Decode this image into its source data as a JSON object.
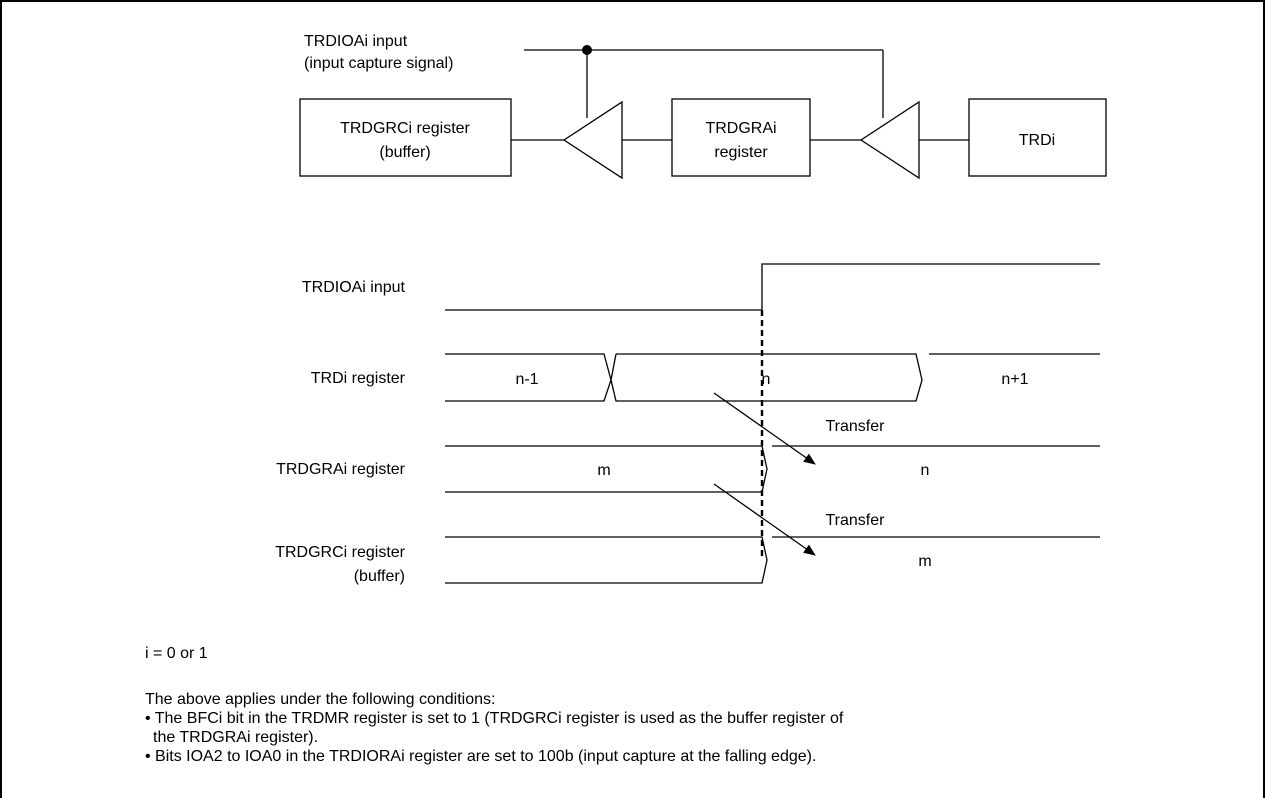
{
  "block_diagram": {
    "input_label_line1": "TRDIOAi input",
    "input_label_line2": "(input capture signal)",
    "trdgrc_box_line1": "TRDGRCi register",
    "trdgrc_box_line2": "(buffer)",
    "trdgra_box_line1": "TRDGRAi",
    "trdgra_box_line2": "register",
    "trd_box": "TRDi"
  },
  "timing": {
    "signals": {
      "input": "TRDIOAi input",
      "trd": "TRDi register",
      "trdgra": "TRDGRAi register",
      "trdgrc_line1": "TRDGRCi register",
      "trdgrc_line2": "(buffer)"
    },
    "trd_values": [
      "n-1",
      "n",
      "n+1"
    ],
    "trdgra_values": [
      "m",
      "n"
    ],
    "trdgrc_values": [
      "m"
    ],
    "transfer_label": "Transfer"
  },
  "notes": {
    "index_note": "i = 0 or 1",
    "conditions_intro": "The above applies under the following conditions:",
    "condition_1_line1": "• The BFCi bit in the TRDMR register is set to 1 (TRDGRCi register is used as the buffer register of",
    "condition_1_line2": "the TRDGRAi register).",
    "condition_2": "• Bits IOA2 to IOA0 in the TRDIORAi register are set to 100b (input capture at the falling edge)."
  }
}
